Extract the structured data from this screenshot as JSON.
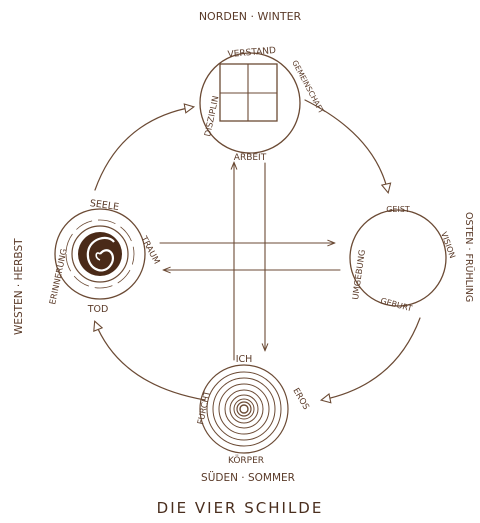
{
  "title": "DIE VIER SCHILDE",
  "colors": {
    "ink": "#6b4a34",
    "dark": "#5a3a28",
    "spiral_fill": "#4a2a18"
  },
  "north": {
    "heading": "NORDEN · WINTER",
    "words": {
      "top": "VERSTAND",
      "right": "GEMEINSCHAFT",
      "left": "DISZIPLIN",
      "bottom": "ARBEIT"
    },
    "symbol": "grid-square"
  },
  "east": {
    "heading": "OSTEN · FRÜHLING",
    "words": {
      "top": "GEIST",
      "right": "VISION",
      "left": "UMGEBUNG",
      "bottom": "GEBURT"
    },
    "symbol": "empty-circle"
  },
  "south": {
    "heading": "SÜDEN · SOMMER",
    "words": {
      "top": "ICH",
      "right": "EROS",
      "left": "FURCHT",
      "bottom": "KÖRPER"
    },
    "symbol": "concentric-rings"
  },
  "west": {
    "heading": "WESTEN · HERBST",
    "words": {
      "top": "SEELE",
      "right": "TRAUM",
      "left": "ERINNERUNG",
      "bottom": "TOD"
    },
    "symbol": "spiral"
  }
}
